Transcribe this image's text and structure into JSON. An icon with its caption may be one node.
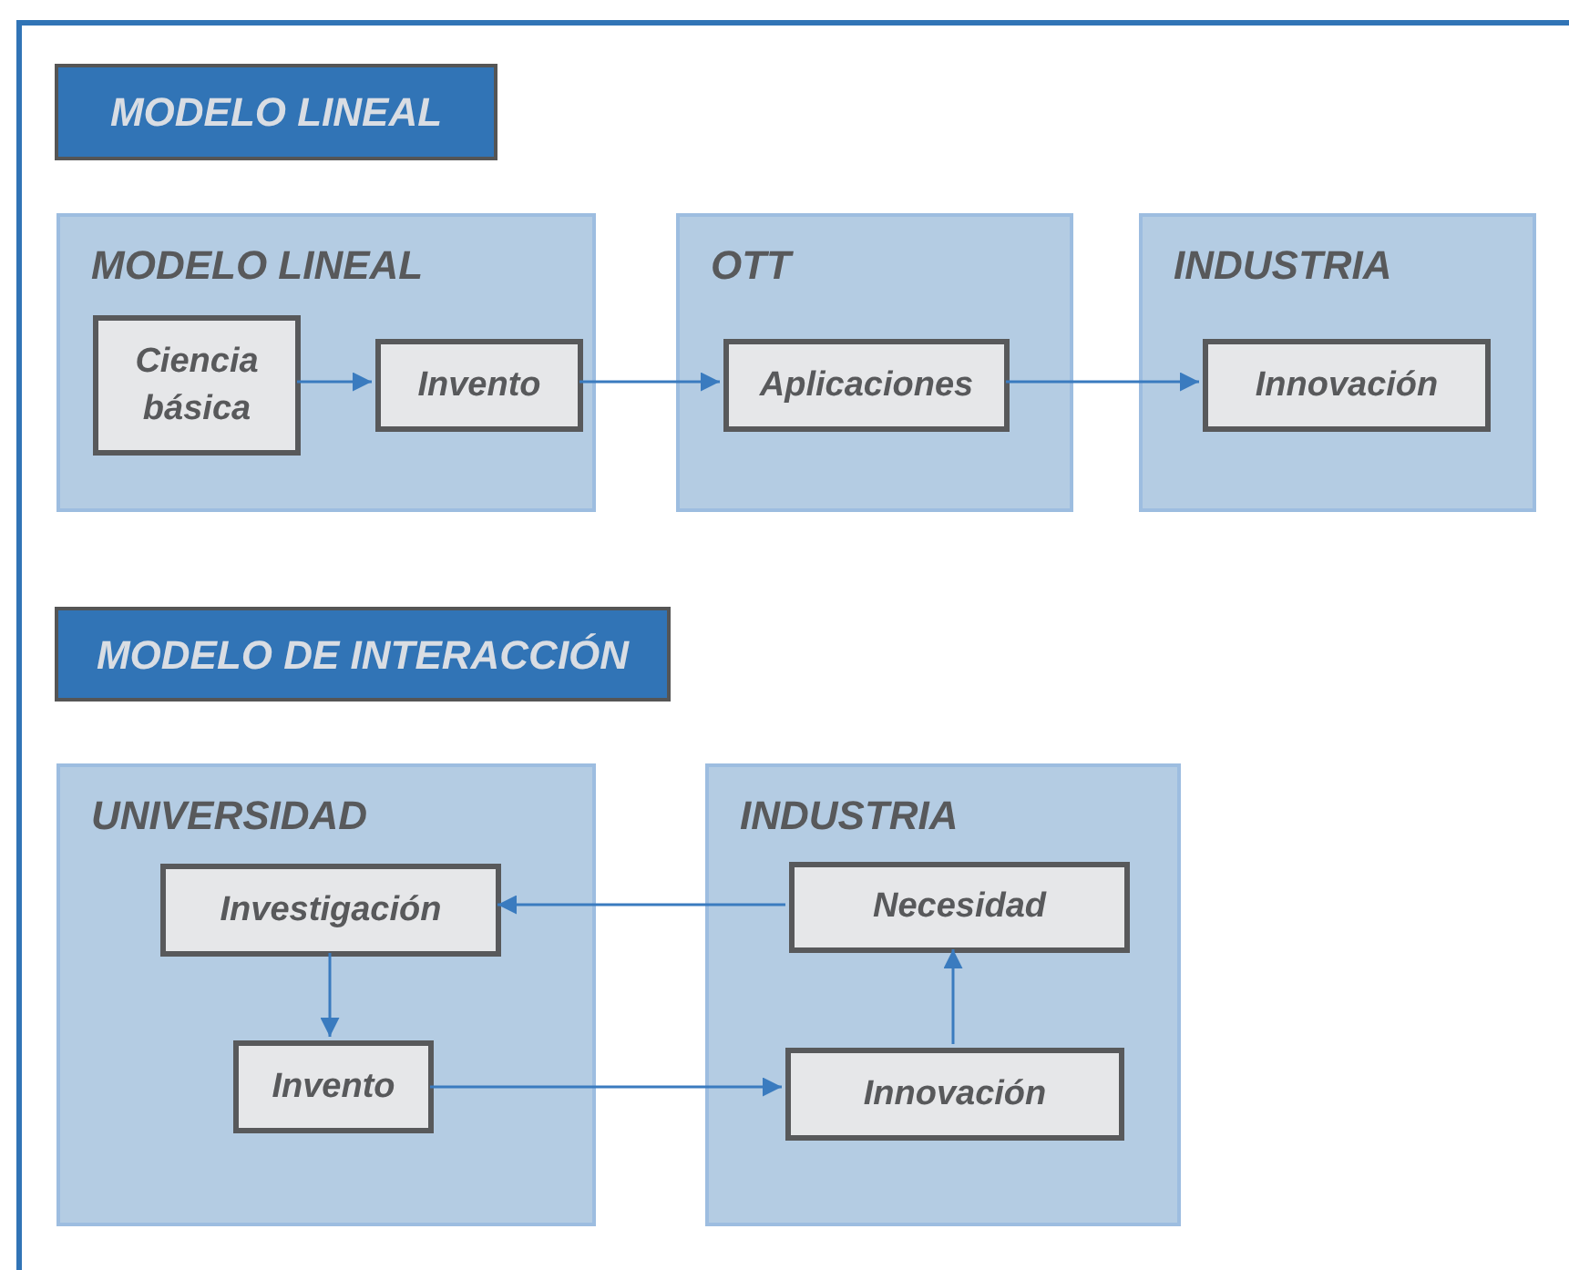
{
  "diagram": {
    "nodes": [
      {
        "text": [
          "MODELO LINEAL"
        ]
      },
      {
        "text": [
          "MODELO LINEAL"
        ]
      },
      {
        "text": [
          "Ciencia básica"
        ],
        "in": 1
      },
      {
        "text": [
          "Invento"
        ],
        "in": 1
      },
      {
        "text": [
          "OTT"
        ]
      },
      {
        "text": [
          "Aplicaciones"
        ],
        "in": 4
      },
      {
        "text": [
          "INDUSTRIA"
        ]
      },
      {
        "text": [
          "Innovación"
        ],
        "in": 6
      },
      {
        "text": [
          "MODELO DE INTERACCIÓN"
        ]
      },
      {
        "text": [
          "UNIVERSIDAD"
        ]
      },
      {
        "text": [
          "Investigación"
        ],
        "in": 9
      },
      {
        "text": [
          "Invento"
        ],
        "in": 9
      },
      {
        "text": [
          "INDUSTRIA"
        ]
      },
      {
        "text": [
          "Necesidad"
        ],
        "in": 12
      },
      {
        "text": [
          "Innovación"
        ],
        "in": 12
      }
    ],
    "edges": [
      {
        "from": 2,
        "to": 3,
        "arrow": "to"
      },
      {
        "from": 3,
        "to": 5,
        "arrow": "to"
      },
      {
        "from": 5,
        "to": 7,
        "arrow": "to"
      },
      {
        "from": 13,
        "to": 10,
        "arrow": "to"
      },
      {
        "from": 10,
        "to": 11,
        "arrow": "to"
      },
      {
        "from": 11,
        "to": 14,
        "arrow": "to"
      },
      {
        "from": 14,
        "to": 13,
        "arrow": "to"
      }
    ]
  }
}
